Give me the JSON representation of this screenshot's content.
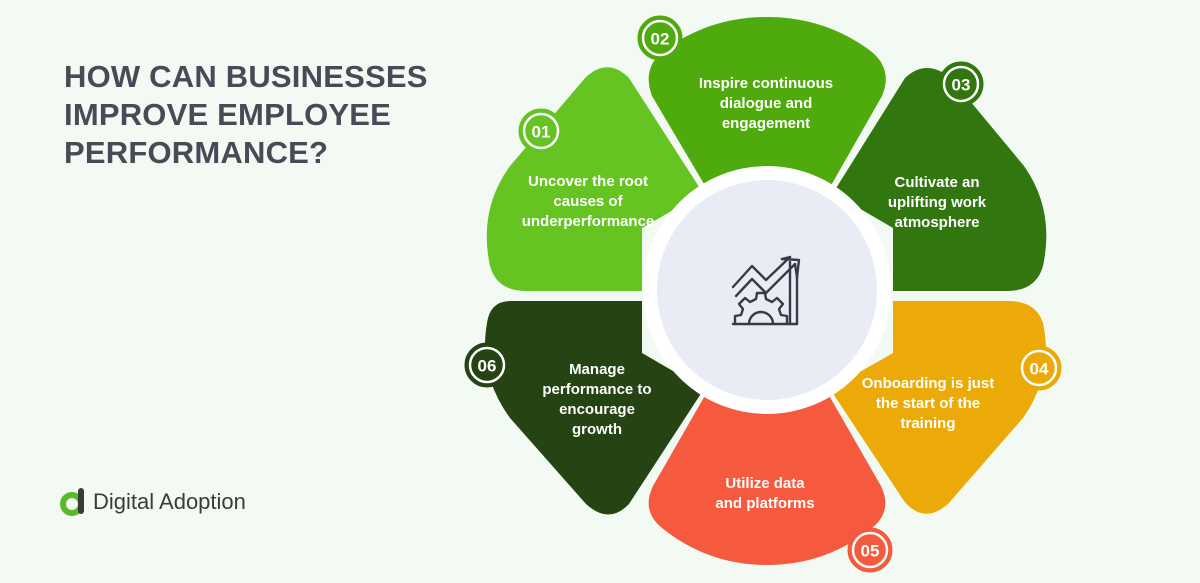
{
  "title": {
    "lines": [
      "HOW CAN BUSINESSES",
      "IMPROVE EMPLOYEE",
      "PERFORMANCE?"
    ]
  },
  "logo": {
    "text": "Digital Adoption"
  },
  "center_icon": "growth-gear-icon",
  "steps": [
    {
      "number": "01",
      "lines": [
        "Uncover the root",
        "causes of",
        "underperformance"
      ],
      "color": "#66c422"
    },
    {
      "number": "02",
      "lines": [
        "Inspire continuous",
        "dialogue and",
        "engagement"
      ],
      "color": "#4faa0d"
    },
    {
      "number": "03",
      "lines": [
        "Cultivate an",
        "uplifting work",
        "atmosphere"
      ],
      "color": "#327610"
    },
    {
      "number": "04",
      "lines": [
        "Onboarding is just",
        "the start of the",
        "training"
      ],
      "color": "#ebaa07"
    },
    {
      "number": "05",
      "lines": [
        "Utilize data",
        "and platforms"
      ],
      "color": "#f5593e"
    },
    {
      "number": "06",
      "lines": [
        "Manage",
        "performance to",
        "encourage",
        "growth"
      ],
      "color": "#264313"
    }
  ]
}
